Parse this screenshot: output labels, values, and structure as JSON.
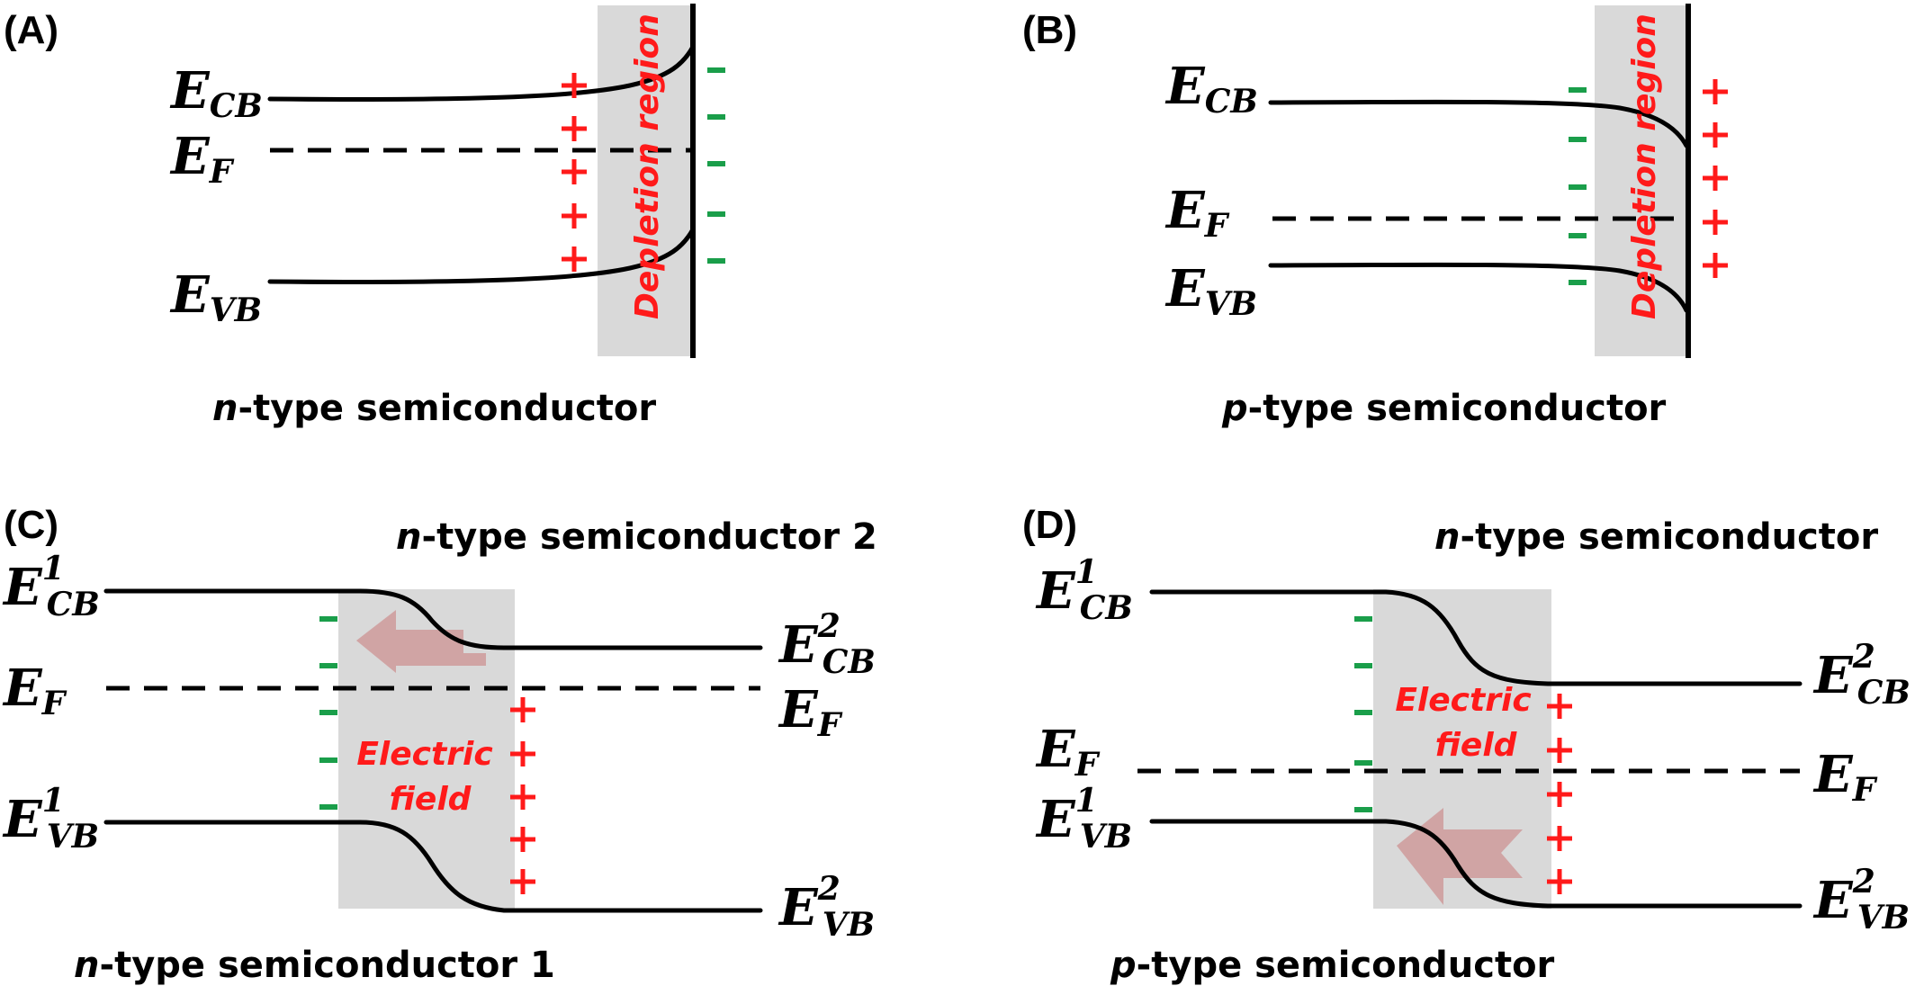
{
  "panels": {
    "A": {
      "letter": "(A)",
      "ecb_main": "E",
      "ecb_sub": "CB",
      "ef_main": "E",
      "ef_sub": "F",
      "evb_main": "E",
      "evb_sub": "VB",
      "depletion": "Depletion region",
      "caption_italic": "n",
      "caption_rest": "-type semiconductor"
    },
    "B": {
      "letter": "(B)",
      "ecb_main": "E",
      "ecb_sub": "CB",
      "ef_main": "E",
      "ef_sub": "F",
      "evb_main": "E",
      "evb_sub": "VB",
      "depletion": "Depletion region",
      "caption_italic": "p",
      "caption_rest": "-type semiconductor"
    },
    "C": {
      "letter": "(C)",
      "top_caption_italic": "n",
      "top_caption_rest": "-type semiconductor 2",
      "bottom_caption_italic": "n",
      "bottom_caption_rest": "-type semiconductor 1",
      "ecb1_main": "E",
      "ecb1_sup": "1",
      "ecb1_sub": "CB",
      "ecb2_main": "E",
      "ecb2_sup": "2",
      "ecb2_sub": "CB",
      "ef_left_main": "E",
      "ef_left_sub": "F",
      "ef_right_main": "E",
      "ef_right_sub": "F",
      "evb1_main": "E",
      "evb1_sup": "1",
      "evb1_sub": "VB",
      "evb2_main": "E",
      "evb2_sup": "2",
      "evb2_sub": "VB",
      "field_line1": "Electric",
      "field_line2": "field"
    },
    "D": {
      "letter": "(D)",
      "top_caption_italic": "n",
      "top_caption_rest": "-type semiconductor",
      "bottom_caption_italic": "p",
      "bottom_caption_rest": "-type semiconductor",
      "ecb1_main": "E",
      "ecb1_sup": "1",
      "ecb1_sub": "CB",
      "ecb2_main": "E",
      "ecb2_sup": "2",
      "ecb2_sub": "CB",
      "ef_left_main": "E",
      "ef_left_sub": "F",
      "ef_right_main": "E",
      "ef_right_sub": "F",
      "evb1_main": "E",
      "evb1_sup": "1",
      "evb1_sub": "VB",
      "evb2_main": "E",
      "evb2_sup": "2",
      "evb2_sub": "VB",
      "field_line1": "Electric",
      "field_line2": "field"
    }
  },
  "colors": {
    "positive_charge": "#ff1a1a",
    "negative_charge": "#1a9e4a",
    "depletion_fill": "#d9d9d9",
    "field_arrow": "#c87878"
  }
}
